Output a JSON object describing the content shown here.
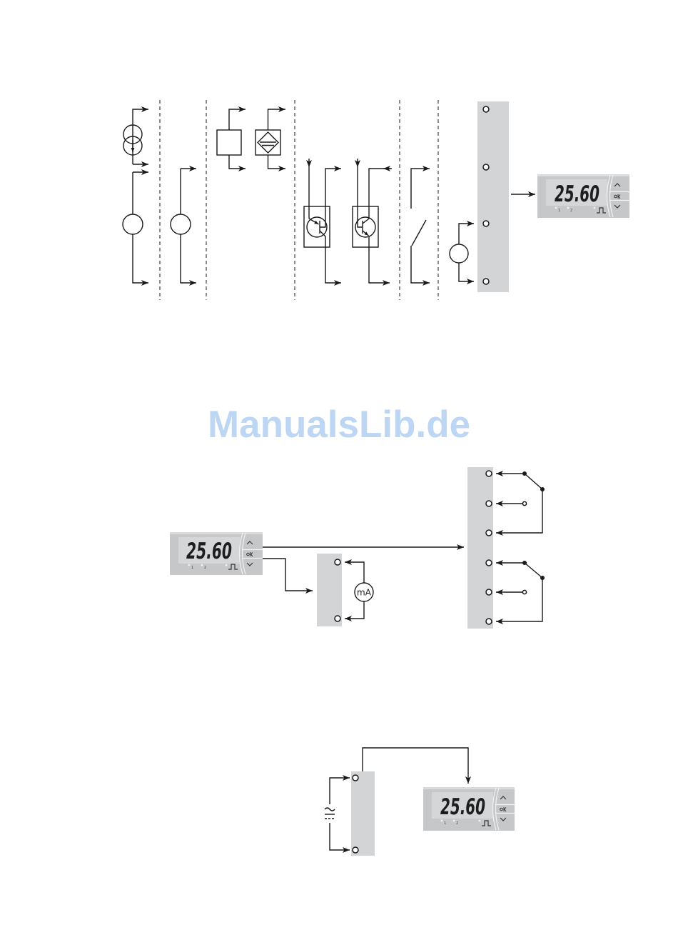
{
  "watermark": "ManualsLib.de",
  "display": {
    "reading": "25.60",
    "led_1_label": "1",
    "led_2_label": "2"
  },
  "ammeter": {
    "label": "mA"
  },
  "colors": {
    "line": "#1a1a1a",
    "terminal_strip": "#d3d4d6",
    "display_body": "#c6c7c9",
    "lcd_window": "#d5d6d8",
    "watermark": "#bcd6f3"
  }
}
